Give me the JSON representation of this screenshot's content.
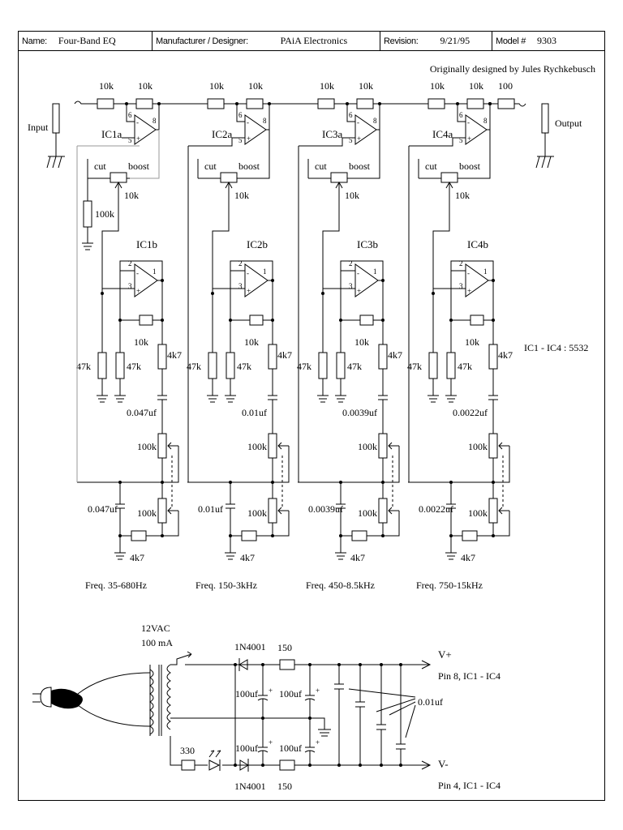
{
  "header": {
    "name_label": "Name:",
    "name_value": "Four-Band EQ",
    "manufacturer_label": "Manufacturer / Designer:",
    "manufacturer_value": "PAiA Electronics",
    "revision_label": "Revision:",
    "revision_value": "9/21/95",
    "model_label": "Model #",
    "model_value": "9303"
  },
  "credit": "Originally designed by Jules Rychkebusch",
  "io": {
    "input": "Input",
    "output": "Output"
  },
  "ic_note": "IC1 - IC4 : 5532",
  "series_resistors": [
    "10k",
    "10k",
    "10k",
    "10k",
    "10k",
    "10k",
    "10k",
    "10k",
    "100"
  ],
  "bands": [
    {
      "ic_a": "IC1a",
      "ic_b": "IC1b",
      "cut": "cut",
      "boost": "boost",
      "pot": "10k",
      "r_fb": "10k",
      "r_in1": "47k",
      "r_in2": "47k",
      "r_series": "4k7",
      "cap_top": "0.047uf",
      "pot_top": "100k",
      "pot_bot": "100k",
      "cap_bot": "0.047uf",
      "r_gnd": "4k7",
      "freq": "Freq.  35-680Hz",
      "extra_r": "100k"
    },
    {
      "ic_a": "IC2a",
      "ic_b": "IC2b",
      "cut": "cut",
      "boost": "boost",
      "pot": "10k",
      "r_fb": "10k",
      "r_in1": "47k",
      "r_in2": "47k",
      "r_series": "4k7",
      "cap_top": "0.01uf",
      "pot_top": "100k",
      "pot_bot": "100k",
      "cap_bot": "0.01uf",
      "r_gnd": "4k7",
      "freq": "Freq.  150-3kHz"
    },
    {
      "ic_a": "IC3a",
      "ic_b": "IC3b",
      "cut": "cut",
      "boost": "boost",
      "pot": "10k",
      "r_fb": "10k",
      "r_in1": "47k",
      "r_in2": "47k",
      "r_series": "4k7",
      "cap_top": "0.0039uf",
      "pot_top": "100k",
      "pot_bot": "100k",
      "cap_bot": "0.0039uf",
      "r_gnd": "4k7",
      "freq": "Freq.  450-8.5kHz"
    },
    {
      "ic_a": "IC4a",
      "ic_b": "IC4b",
      "cut": "cut",
      "boost": "boost",
      "pot": "10k",
      "r_fb": "10k",
      "r_in1": "47k",
      "r_in2": "47k",
      "r_series": "4k7",
      "cap_top": "0.0022uf",
      "pot_top": "100k",
      "pot_bot": "100k",
      "cap_bot": "0.0022uf",
      "r_gnd": "4k7",
      "freq": "Freq.  750-15kHz"
    }
  ],
  "opamp_pins": {
    "a_inv": "6",
    "a_noninv": "5",
    "a_out": "8",
    "b_inv": "2",
    "b_noninv": "3",
    "b_out": "1",
    "minus": "-",
    "plus": "+"
  },
  "power": {
    "transformer_v": "12VAC",
    "transformer_i": "100 mA",
    "diode_top": "1N4001",
    "diode_bot": "1N4001",
    "r_top": "150",
    "r_bot": "150",
    "r_led": "330",
    "caps": [
      "100uf",
      "100uf",
      "100uf",
      "100uf"
    ],
    "bypass": "0.01uf",
    "vplus": "V+",
    "vplus_pin": "Pin 8, IC1 - IC4",
    "vminus": "V-",
    "vminus_pin": "Pin 4, IC1 - IC4"
  }
}
